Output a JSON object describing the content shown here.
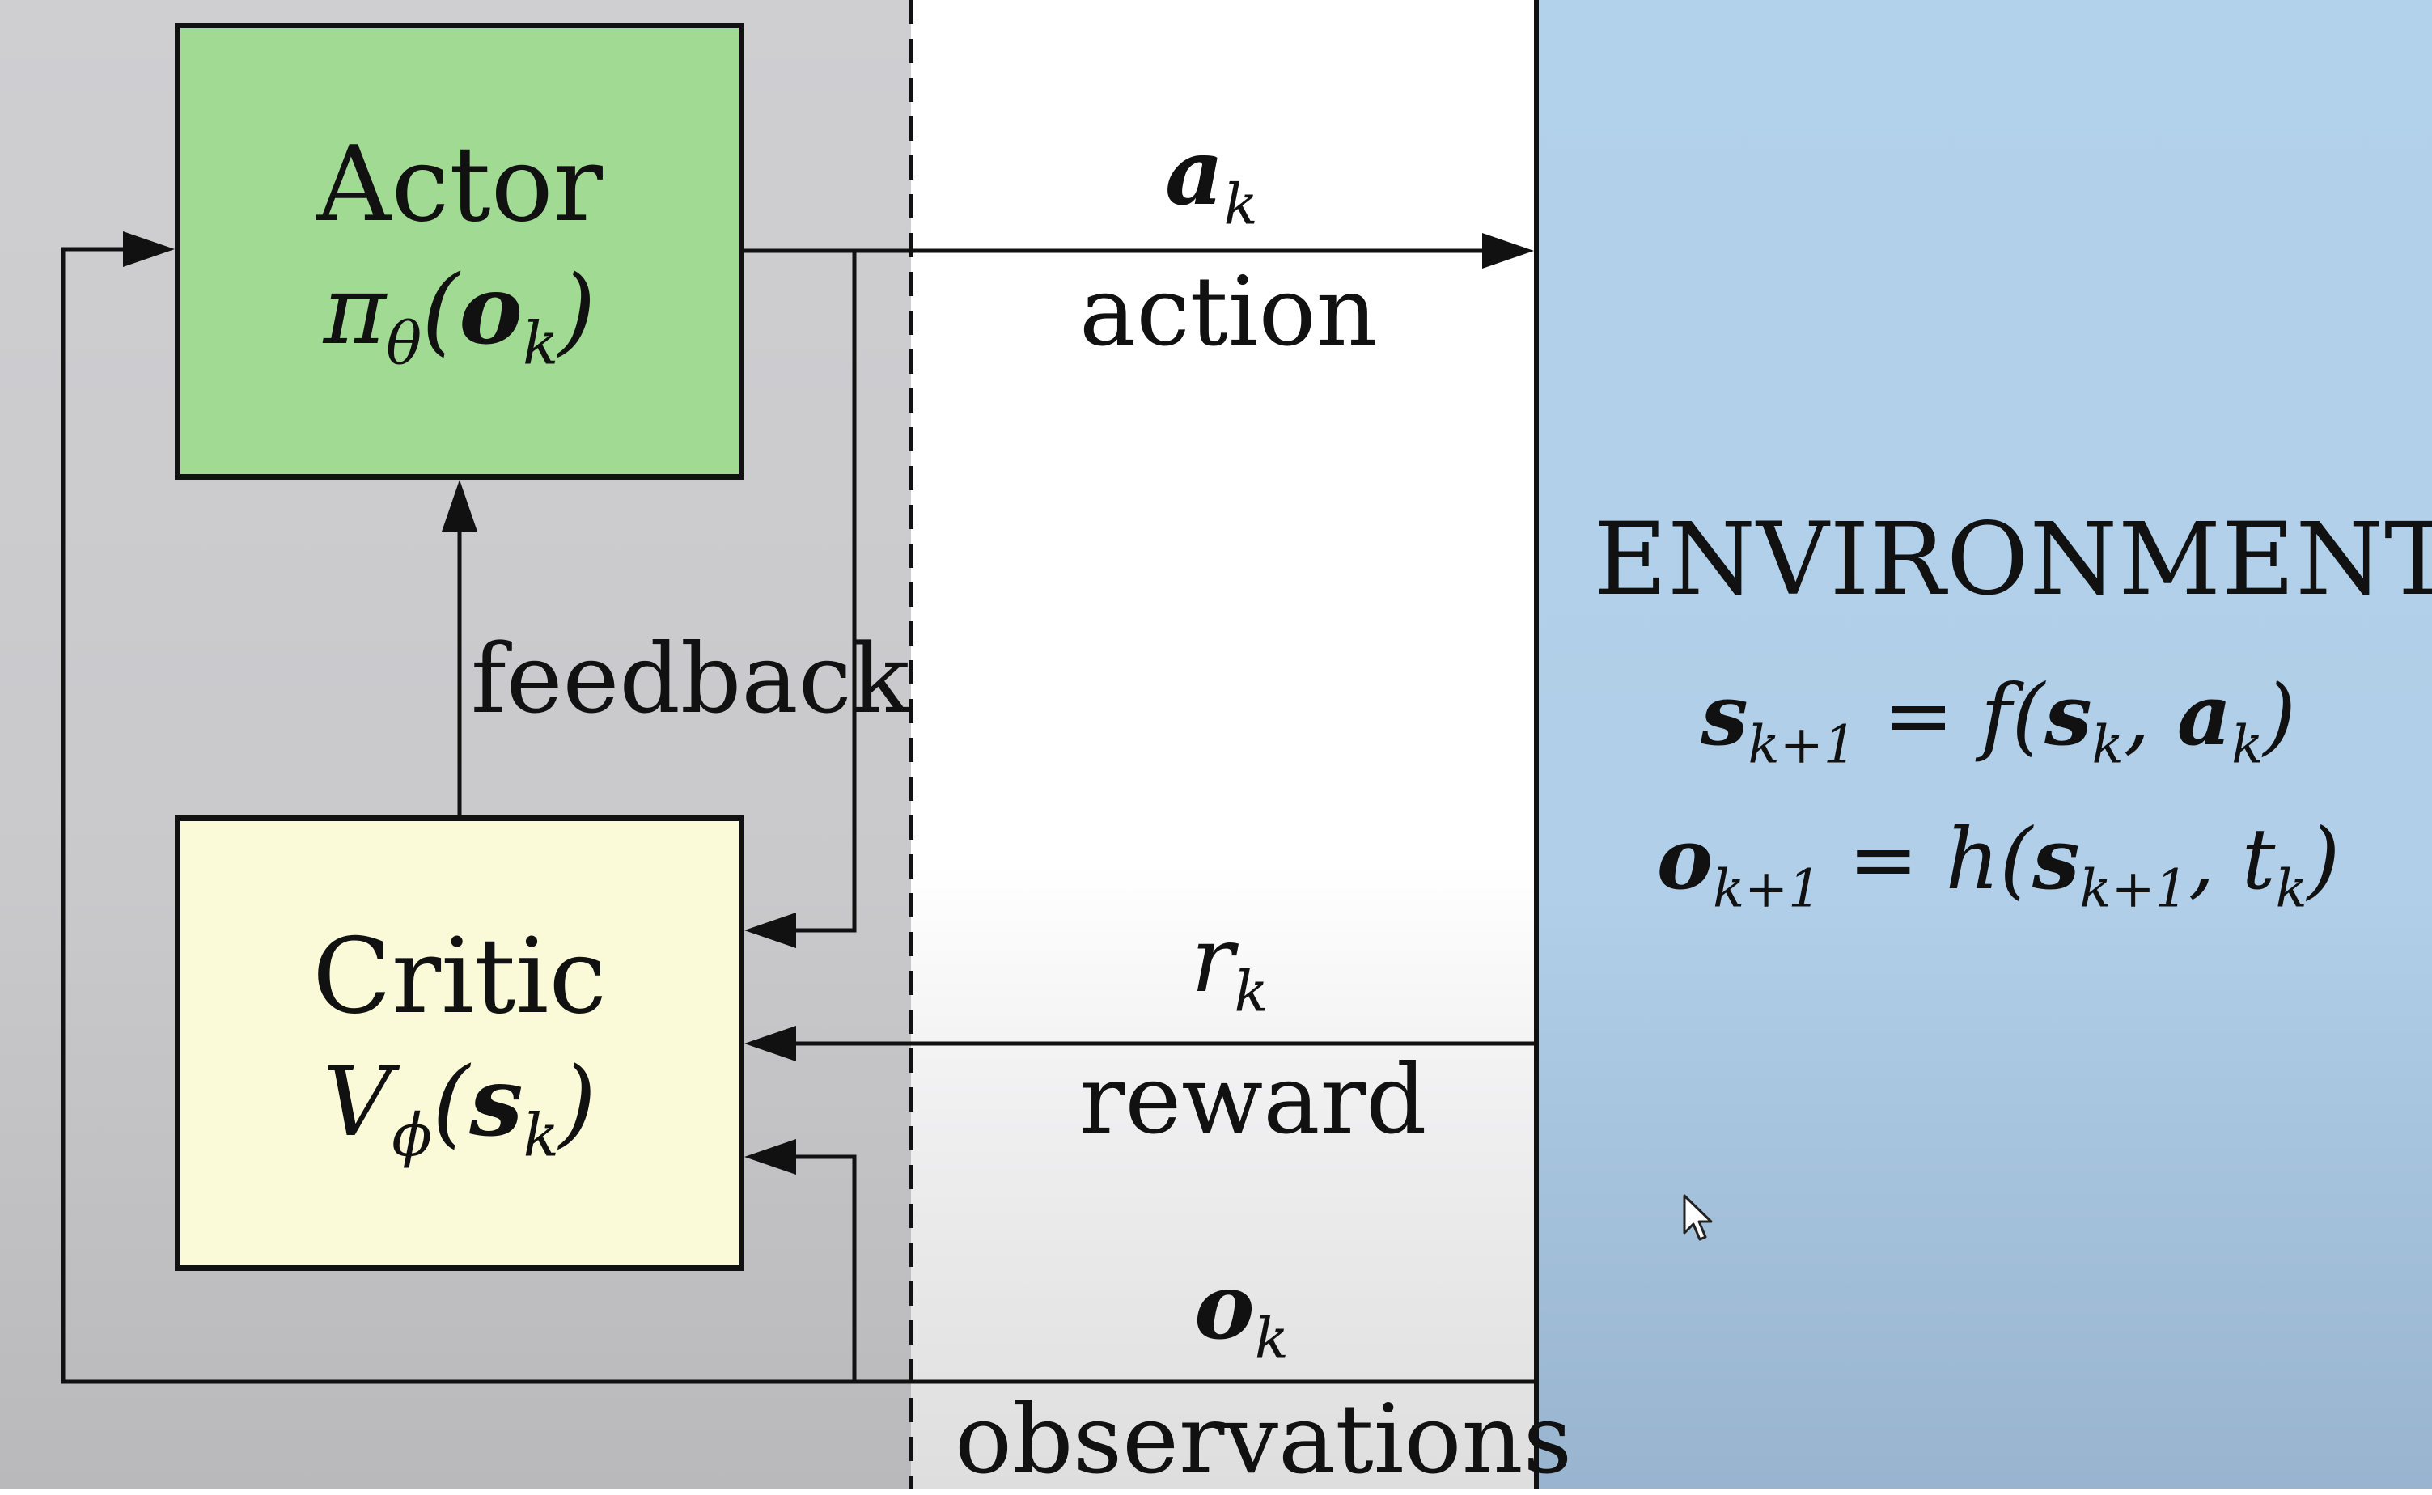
{
  "actor": {
    "title": "Actor",
    "policy_symbol": "π",
    "policy_sub": "θ",
    "policy_arg": "o",
    "policy_arg_sub": "k"
  },
  "critic": {
    "title": "Critic",
    "value_symbol": "V",
    "value_sub": "ϕ",
    "value_arg": "s",
    "value_arg_sub": "k"
  },
  "feedback_label": "feedback",
  "action": {
    "symbol": "a",
    "sub": "k",
    "label": "action"
  },
  "reward": {
    "symbol": "r",
    "sub": "k",
    "label": "reward"
  },
  "observations": {
    "symbol": "o",
    "sub": "k",
    "label": "observations"
  },
  "environment": {
    "title": "ENVIRONMENT",
    "eq1_lhs": "s",
    "eq1_lhs_sub": "k+1",
    "eq1_rhs_pre": " = f(",
    "eq1_a": "s",
    "eq1_a_sub": "k",
    "eq1_sep": ", ",
    "eq1_b": "a",
    "eq1_b_sub": "k",
    "eq1_end": ")",
    "eq2_lhs": "o",
    "eq2_lhs_sub": "k+1",
    "eq2_rhs_pre": " = h(",
    "eq2_a": "s",
    "eq2_a_sub": "k+1",
    "eq2_sep": ", t",
    "eq2_b_sub": "k",
    "eq2_end": ")"
  },
  "colors": {
    "actor_fill": "#a0da93",
    "critic_fill": "#fafad8",
    "environment_fill": "#b2d1ea",
    "agent_region": "#cfcfd2",
    "line": "#111111"
  }
}
